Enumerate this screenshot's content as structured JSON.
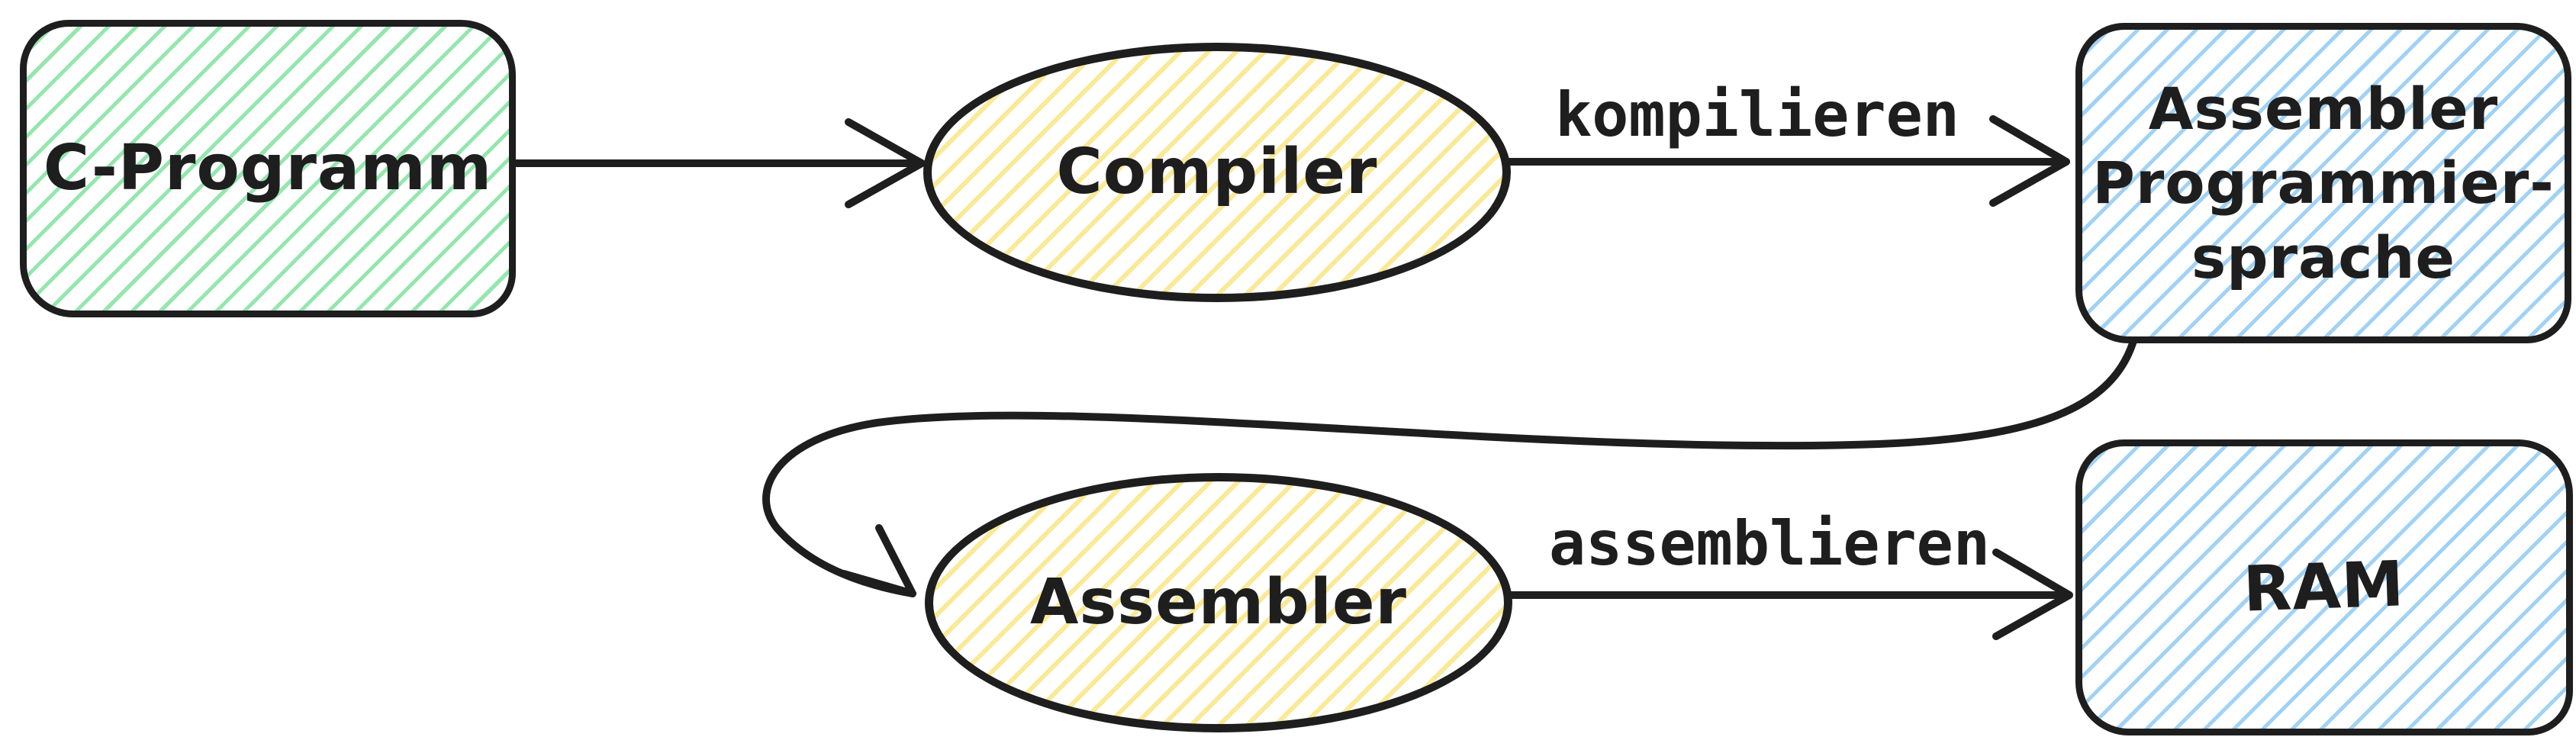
{
  "canvas": {
    "background": "#ffffff",
    "stroke_color": "#1e1e1e",
    "hatch_colors": {
      "green": "#94e6ae",
      "yellow": "#fae996",
      "blue": "#a0d2f5"
    }
  },
  "nodes": [
    {
      "id": "c-programm",
      "shape": "rectangle",
      "fill": "green-hachure",
      "label": "C-Programm"
    },
    {
      "id": "compiler",
      "shape": "ellipse",
      "fill": "yellow-hachure",
      "label": "Compiler"
    },
    {
      "id": "assembler-programmiersprache",
      "shape": "rectangle",
      "fill": "blue-hachure",
      "lines": [
        "Assembler",
        "Programmier-",
        "sprache"
      ]
    },
    {
      "id": "assembler",
      "shape": "ellipse",
      "fill": "yellow-hachure",
      "label": "Assembler"
    },
    {
      "id": "ram",
      "shape": "rectangle",
      "fill": "blue-hachure",
      "label": "RAM"
    }
  ],
  "edges": [
    {
      "from": "c-programm",
      "to": "compiler",
      "label": "",
      "style": "straight"
    },
    {
      "from": "compiler",
      "to": "assembler-programmiersprache",
      "label": "kompilieren",
      "style": "straight"
    },
    {
      "from": "assembler-programmiersprache",
      "to": "assembler",
      "label": "",
      "style": "curved"
    },
    {
      "from": "assembler",
      "to": "ram",
      "label": "assemblieren",
      "style": "straight"
    }
  ]
}
